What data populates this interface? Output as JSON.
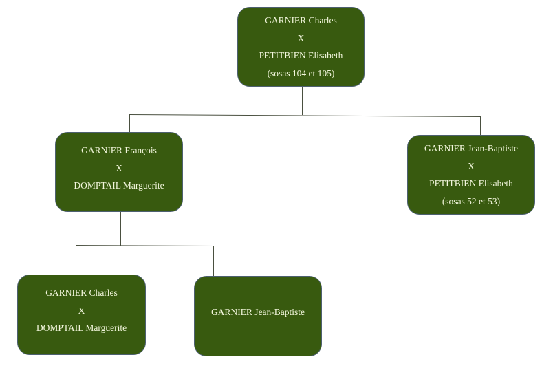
{
  "diagram": {
    "type": "family-tree",
    "colors": {
      "box_fill": "#385a0f",
      "box_border": "#4d6070",
      "text": "#f2f6dc",
      "connector": "#4a5040"
    },
    "nodes": [
      {
        "id": "root",
        "lines": [
          "GARNIER Charles",
          "X",
          "PETITBIEN Elisabeth",
          "(sosas 104 et 105)"
        ]
      },
      {
        "id": "child-francois",
        "parent": "root",
        "lines": [
          "GARNIER François",
          "X",
          "DOMPTAIL Marguerite"
        ]
      },
      {
        "id": "child-jean-baptiste",
        "parent": "root",
        "lines": [
          "GARNIER Jean-Baptiste",
          "X",
          "PETITBIEN Elisabeth",
          "(sosas 52 et 53)"
        ]
      },
      {
        "id": "grandchild-charles",
        "parent": "child-francois",
        "lines": [
          "GARNIER Charles",
          "X",
          "DOMPTAIL Marguerite"
        ]
      },
      {
        "id": "grandchild-jean-baptiste",
        "parent": "child-francois",
        "lines": [
          "GARNIER Jean-Baptiste"
        ]
      }
    ]
  }
}
